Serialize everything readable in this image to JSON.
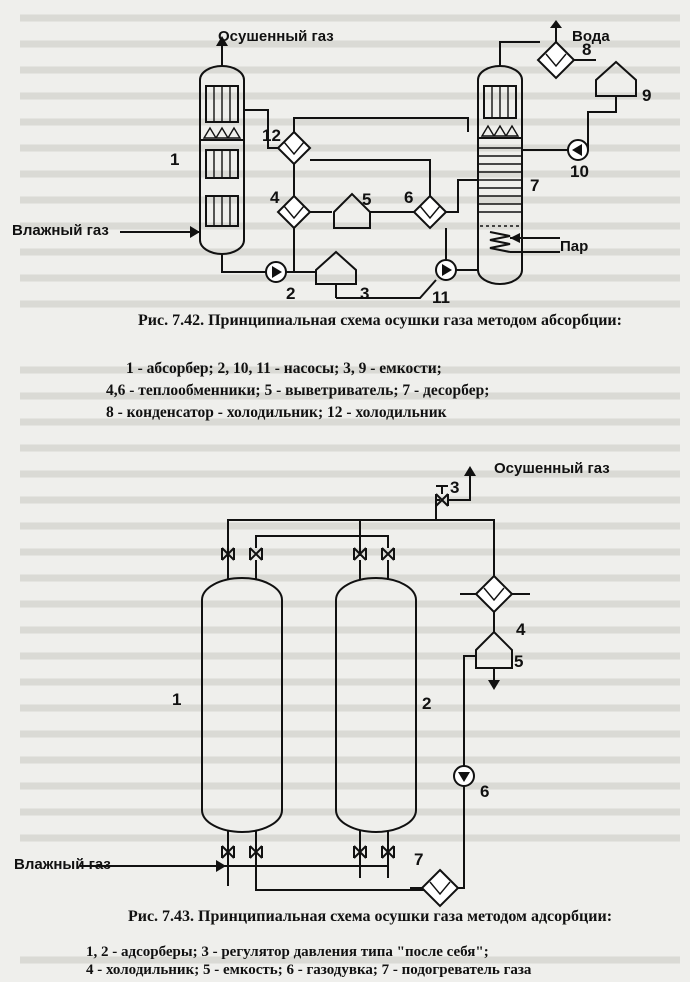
{
  "fig1": {
    "labels": {
      "dry_gas": "Осушенный газ",
      "water": "Вода",
      "wet_gas": "Влажный газ",
      "steam": "Пар"
    },
    "numbers": [
      "1",
      "2",
      "3",
      "4",
      "5",
      "6",
      "7",
      "8",
      "9",
      "10",
      "11",
      "12"
    ],
    "caption": "Рис. 7.42. Принципиальная схема осушки газа методом абсорбции:",
    "legend": [
      "1 - абсорбер;  2, 10, 11 - насосы;  3, 9 - емкости;",
      "4,6 - теплообменники; 5 - выветриватель; 7 - десорбер;",
      "8 - конденсатор - холодильник;   12 - холодильник"
    ]
  },
  "fig2": {
    "labels": {
      "dry_gas": "Осушенный газ",
      "wet_gas": "Влажный газ"
    },
    "numbers": [
      "1",
      "2",
      "3",
      "4",
      "5",
      "6",
      "7"
    ],
    "caption": "Рис. 7.43. Принципиальная схема осушки газа методом адсорбции:",
    "legend": [
      "1, 2 - адсорберы;  3 - регулятор давления типа \"после себя\";",
      "4 - холодильник; 5 - емкость; 6 - газодувка; 7 - подогреватель газа"
    ]
  }
}
